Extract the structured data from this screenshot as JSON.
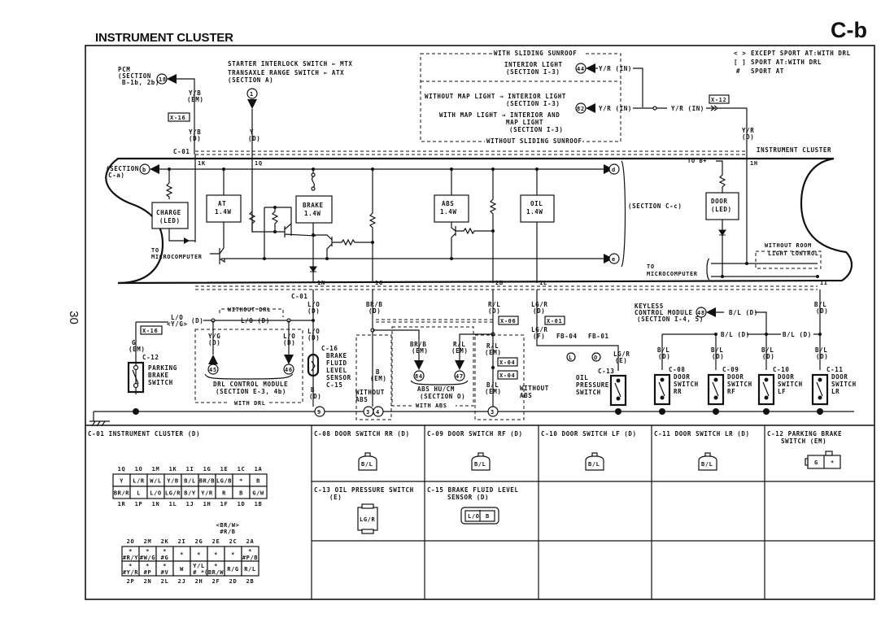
{
  "header": {
    "title": "INSTRUMENT CLUSTER",
    "section": "C-b",
    "page_number": "30"
  },
  "legend": [
    {
      "symbol": "< >",
      "text": "EXCEPT SPORT AT:WITH DRL"
    },
    {
      "symbol": "[ ]",
      "text": "SPORT AT:WITH DRL"
    },
    {
      "symbol": "#",
      "text": "SPORT AT"
    }
  ],
  "top": {
    "pcm": [
      "PCM",
      "(SECTION",
      "B-1b, 2b)"
    ],
    "pcm_ref": "18",
    "pcm_wire1": [
      "Y/B",
      "(EM)"
    ],
    "pcm_conn": "X-16",
    "pcm_wire2": [
      "Y/B",
      "(D)"
    ],
    "starter": "STARTER INTERLOCK SWITCH ← MTX",
    "transaxle": "TRANSAXLE RANGE SWITCH ← ATX",
    "transaxle_sec": "(SECTION A)",
    "trans_ref": "1",
    "trans_wire": [
      "Y",
      "(D)"
    ],
    "sunroof_with": "WITH SLIDING SUNROOF",
    "sunroof_without": "WITHOUT SLIDING SUNROOF",
    "int_light": [
      "INTERIOR LIGHT",
      "(SECTION I-3)"
    ],
    "int_ref": "44",
    "wire_yr_in": "Y/R (IN)",
    "without_map": "WITHOUT MAP LIGHT → INTERIOR LIGHT",
    "without_map_sec": "(SECTION I-3)",
    "with_map": "WITH MAP LIGHT → INTERIOR AND",
    "with_map2": [
      "MAP LIGHT",
      "(SECTION I-3)"
    ],
    "map_ref": "82",
    "x12": "X-12",
    "yr_d": [
      "Y/R",
      "(D)"
    ],
    "cluster_label": "INSTRUMENT CLUSTER",
    "c01": "C-01"
  },
  "cluster": {
    "section_in": [
      "(SECTION",
      "C-a)"
    ],
    "section_ref": "b",
    "pins_top": [
      "1K",
      "1Q",
      "1H"
    ],
    "pins_bottom": [
      "1N",
      "1G",
      "2B",
      "1L",
      "1I"
    ],
    "lamps": [
      {
        "name": "CHARGE",
        "sub": "(LED)"
      },
      {
        "name": "AT",
        "sub": "1.4W"
      },
      {
        "name": "BRAKE",
        "sub": "1.4W"
      },
      {
        "name": "ABS",
        "sub": "1.4W"
      },
      {
        "name": "OIL",
        "sub": "1.4W"
      },
      {
        "name": "DOOR",
        "sub": "(LED)"
      }
    ],
    "to_micro": [
      "TO",
      "MICROCOMPUTER"
    ],
    "section_cc": "(SECTION C-c)",
    "ref_d": "d",
    "ref_e": "e",
    "to_bplus": "TO B+",
    "without_room": [
      "WITHOUT ROOM",
      "LIGHT CONTROL"
    ]
  },
  "bottom": {
    "x16": "X-16",
    "g_em": [
      "G",
      "(EM)"
    ],
    "c12": "C-12",
    "parking": [
      "PARKING",
      "BRAKE",
      "SWITCH"
    ],
    "lo_yg": [
      "L/O",
      "<Y/G>",
      "(D)"
    ],
    "without_drl": "WITHOUT DRL",
    "lo_d": "L/O (D)",
    "yg_d": [
      "Y/G",
      "(D)"
    ],
    "lo_d2": [
      "L/O",
      "(D)"
    ],
    "ref45": "45",
    "ref46": "46",
    "drl_module": [
      "DRL CONTROL MODULE",
      "(SECTION E-3, 4b)"
    ],
    "with_drl": "WITH DRL",
    "lo_c01": [
      "L/O",
      "(D)"
    ],
    "lo_c16": [
      "L/O",
      "(D)"
    ],
    "c16": "C-16",
    "brake_fluid": [
      "BRAKE",
      "FLUID",
      "LEVEL",
      "SENSOR",
      "C-15"
    ],
    "b_d": [
      "B",
      "(D)"
    ],
    "ref9": "9",
    "brb_d": [
      "BR/B",
      "(D)"
    ],
    "b_em": [
      "B",
      "(EM)"
    ],
    "without_abs": [
      "WITHOUT",
      "ABS"
    ],
    "ref3": "3",
    "ref4": "4",
    "brb_em": [
      "BR/B",
      "(EM)"
    ],
    "rl_em": [
      "R/L",
      "(EM)"
    ],
    "ref84": "84",
    "ref47": "47",
    "abs_hu": [
      "ABS HU/CM",
      "(SECTION O)"
    ],
    "with_abs": "WITH ABS",
    "rl_d": [
      "R/L",
      "(D)"
    ],
    "x06": "X-06",
    "rl_em2": [
      "R/L",
      "(EM)"
    ],
    "x04": "X-04",
    "bl_em": [
      "B/L",
      "(EM)"
    ],
    "ref3b": "3",
    "lgr_d": [
      "LG/R",
      "(D)"
    ],
    "x01": "X-01",
    "lgr_f": [
      "LG/R",
      "(F)"
    ],
    "fb04": "FB-04",
    "fb01": "FB-01",
    "ref_l": "L",
    "ref_o": "O",
    "lgr_e": [
      "LG/R",
      "(E)"
    ],
    "c13": "C-13",
    "oil_sw": [
      "OIL",
      "PRESSURE",
      "SWITCH"
    ],
    "keyless": [
      "KEYLESS",
      "CONTROL MODULE",
      "(SECTION I-4, 5)"
    ],
    "ref48": "48",
    "bl_d": "B/L (D)",
    "bl_d2": [
      "B/L",
      "(D)"
    ],
    "doors": [
      {
        "conn": "C-08",
        "label": [
          "DOOR",
          "SWITCH",
          "RR"
        ]
      },
      {
        "conn": "C-09",
        "label": [
          "DOOR",
          "SWITCH",
          "RF"
        ]
      },
      {
        "conn": "C-10",
        "label": [
          "DOOR",
          "SWITCH",
          "LF"
        ]
      },
      {
        "conn": "C-11",
        "label": [
          "DOOR",
          "SWITCH",
          "LR"
        ]
      }
    ]
  },
  "connectors": {
    "c01_title": "C-01 INSTRUMENT CLUSTER (D)",
    "c01_row1_top": [
      "1Q",
      "1O",
      "1M",
      "1K",
      "1I",
      "1G",
      "1E",
      "1C",
      "1A"
    ],
    "c01_row1a": [
      "Y",
      "L/R",
      "W/L",
      "Y/B",
      "B/L",
      "BR/B",
      "LG/B",
      "*",
      "B"
    ],
    "c01_row1b": [
      "BR/R",
      "L",
      "L/O",
      "LG/R",
      "B/Y",
      "Y/R",
      "R",
      "B",
      "G/W"
    ],
    "c01_row1_bot": [
      "1R",
      "1P",
      "1N",
      "1L",
      "1J",
      "1H",
      "1F",
      "1D",
      "1B"
    ],
    "c01_note": [
      "<BR/W>",
      "#R/B"
    ],
    "c01_row2_top": [
      "2O",
      "2M",
      "2K",
      "2I",
      "2G",
      "2E",
      "2C",
      "2A"
    ],
    "c01_row2a": [
      "*\n#R/Y",
      "*\n#W/G",
      "*\n#G",
      "*",
      "*",
      "*",
      "*",
      "*\n#P/B"
    ],
    "c01_row2b": [
      "*\n#Y/R",
      "*\n#P",
      "*\n#V",
      "W",
      "Y/L\n# *",
      "*\n(BR/W)",
      "R/G",
      "R/L"
    ],
    "c01_row2_bot": [
      "2P",
      "2N",
      "2L",
      "2J",
      "2H",
      "2F",
      "2D",
      "2B"
    ],
    "cells": [
      {
        "title": [
          "C-08 DOOR SWITCH RR (D)"
        ],
        "pins": [
          "B/L"
        ]
      },
      {
        "title": [
          "C-09 DOOR SWITCH RF (D)"
        ],
        "pins": [
          "B/L"
        ]
      },
      {
        "title": [
          "C-10 DOOR SWITCH LF (D)"
        ],
        "pins": [
          "B/L"
        ]
      },
      {
        "title": [
          "C-11 DOOR SWITCH LR (D)"
        ],
        "pins": [
          "B/L"
        ]
      },
      {
        "title": [
          "C-12 PARKING BRAKE",
          "SWITCH (EM)"
        ],
        "pins": [
          "G",
          "*"
        ]
      },
      {
        "title": [
          "C-13 OIL PRESSURE SWITCH",
          "(E)"
        ],
        "pins": [
          "LG/R"
        ]
      },
      {
        "title": [
          "C-15 BRAKE FLUID LEVEL",
          "SENSOR (D)"
        ],
        "pins": [
          "L/O",
          "B"
        ]
      }
    ]
  }
}
